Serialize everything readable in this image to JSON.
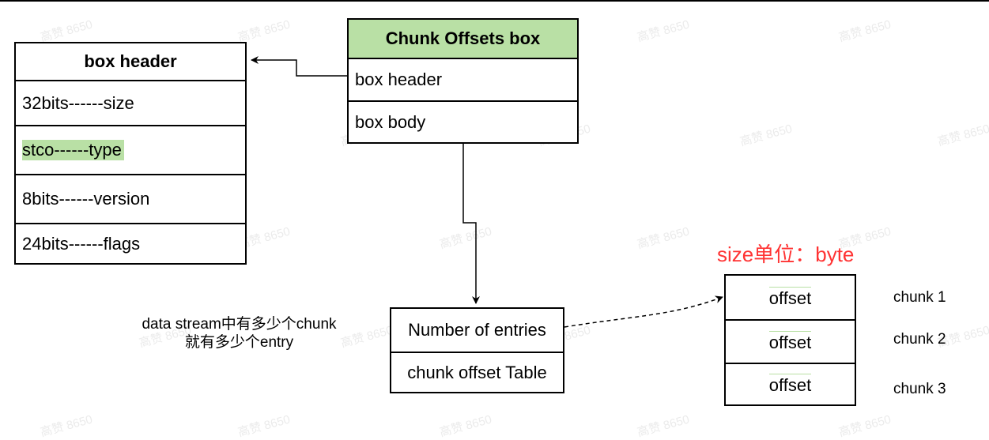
{
  "watermark": "高赞 8650",
  "chunk_offsets_box": {
    "title": "Chunk Offsets box",
    "rows": [
      "box header",
      "box body"
    ],
    "title_fill": "#b9e0a5"
  },
  "box_header": {
    "title": "box header",
    "rows": [
      "32bits------size",
      "stco------type",
      "8bits------version",
      "24bits------flags"
    ],
    "highlight_fill": "#b9e0a5"
  },
  "body_box": {
    "rows": [
      "Number of entries",
      "chunk offset Table"
    ]
  },
  "note": {
    "line1": "data stream中有多少个chunk",
    "line2": "就有多少个entry"
  },
  "size_unit": {
    "text": "size单位：byte",
    "color": "#ff3333"
  },
  "offset_table": {
    "rows": [
      "offset",
      "offset",
      "offset"
    ]
  },
  "chunk_labels": [
    "chunk 1",
    "chunk 2",
    "chunk 3"
  ]
}
